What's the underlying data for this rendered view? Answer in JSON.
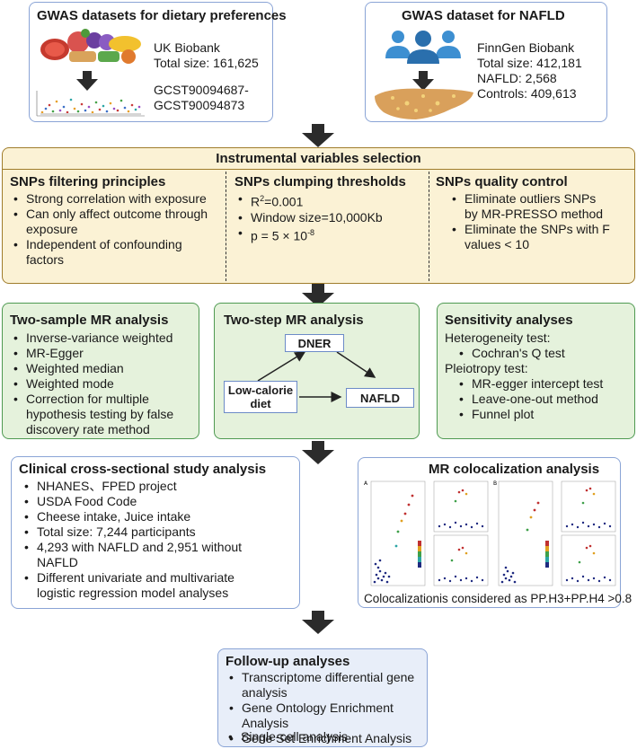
{
  "gwas_diet": {
    "title": "GWAS datasets for dietary preferences",
    "source": "UK Biobank",
    "total": "Total size: 161,625",
    "gcst_line1": "GCST90094687-",
    "gcst_line2": "GCST90094873"
  },
  "gwas_nafld": {
    "title": "GWAS dataset for NAFLD",
    "source": "FinnGen Biobank",
    "total": "Total size: 412,181",
    "cases": "NAFLD: 2,568",
    "controls": "Controls: 409,613"
  },
  "iv_selection": {
    "header": "Instrumental variables selection",
    "col1": {
      "title": "SNPs filtering  principles",
      "items": [
        "Strong correlation with exposure",
        "Can only affect outcome through",
        "exposure",
        "Independent of confounding",
        "factors"
      ]
    },
    "col2": {
      "title": "SNPs clumping thresholds",
      "r2_prefix": "R",
      "r2_sup": "2",
      "r2_suffix": "=0.001",
      "window": "Window size=10,000Kb",
      "p_prefix": "p = 5 × 10",
      "p_sup": "-8"
    },
    "col3": {
      "title": "SNPs quality control",
      "item1a": "Eliminate outliers SNPs",
      "item1b": "by MR-PRESSO method",
      "item2a": "Eliminate the SNPs with F",
      "item2b": "values < 10"
    }
  },
  "two_sample": {
    "title": "Two-sample MR analysis",
    "items": [
      "Inverse-variance weighted",
      "MR-Egger",
      "Weighted median",
      "Weighted mode",
      "Correction for multiple"
    ],
    "cont1": "hypothesis testing by false",
    "cont2": "discovery rate method"
  },
  "two_step": {
    "title": "Two-step MR analysis",
    "node_mediator": "DNER",
    "node_exposure_1": "Low-calorie",
    "node_exposure_2": "diet",
    "node_outcome": "NAFLD"
  },
  "sensitivity": {
    "title": "Sensitivity analyses",
    "hetero": "Heterogeneity test:",
    "hetero_item": "Cochran's Q test",
    "pleio": "Pleiotropy test:",
    "pleio_items": [
      "MR-egger intercept test",
      "Leave-one-out method",
      "Funnel plot"
    ]
  },
  "clinical": {
    "title": "Clinical cross-sectional study analysis",
    "items": [
      "NHANES、FPED project",
      "USDA Food Code",
      "Cheese intake, Juice intake",
      "Total size: 7,244 participants",
      "4,293 with NAFLD and 2,951 without"
    ],
    "cont1": "NAFLD",
    "item6a": "Different univariate and multivariate",
    "item6b": "logistic regression model analyses"
  },
  "coloc": {
    "title": "MR colocalization analysis",
    "caption": "Colocalizationis considered  as PP.H3+PP.H4 >0.8",
    "panel_a": "A",
    "panel_b": "B"
  },
  "followup": {
    "title": "Follow-up analyses",
    "item1a": "Transcriptome differential gene",
    "item1b": "analysis",
    "item2a": "Gene Ontology Enrichment",
    "item2b": "Analysis",
    "item3": "Gene Set Enrichment Analysis",
    "item4": "Single-cell analysis"
  },
  "colors": {
    "blue_border": "#8aa4d6",
    "yellow_fill": "#fbf2d5",
    "green_fill": "#e5f2dc",
    "arrow": "#2b2b2b"
  }
}
